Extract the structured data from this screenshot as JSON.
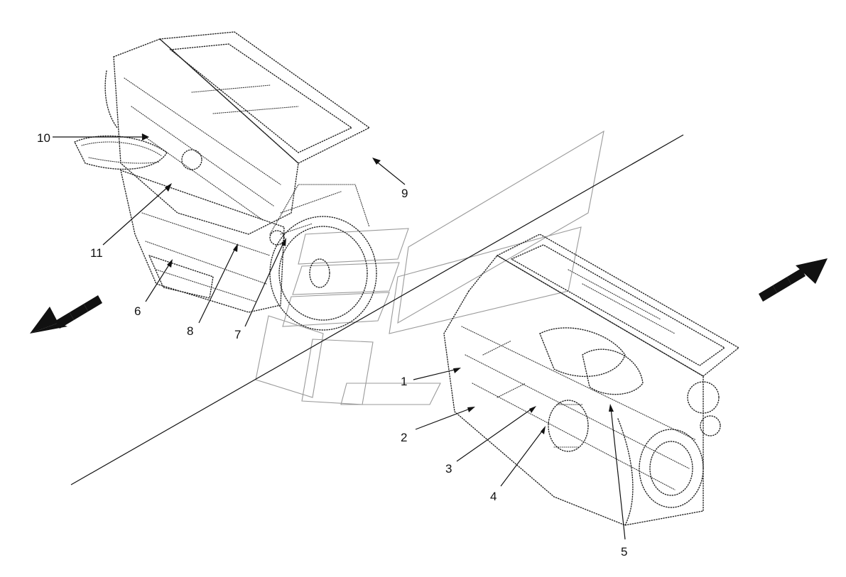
{
  "callouts": [
    {
      "id": "1",
      "label": "1"
    },
    {
      "id": "2",
      "label": "2"
    },
    {
      "id": "3",
      "label": "3"
    },
    {
      "id": "4",
      "label": "4"
    },
    {
      "id": "5",
      "label": "5"
    },
    {
      "id": "6",
      "label": "6"
    },
    {
      "id": "7",
      "label": "7"
    },
    {
      "id": "8",
      "label": "8"
    },
    {
      "id": "9",
      "label": "9"
    },
    {
      "id": "10",
      "label": "10"
    },
    {
      "id": "11",
      "label": "11"
    }
  ],
  "colors": {
    "ink": "#111111",
    "watermark": "#9a9a9a",
    "background": "#ffffff"
  },
  "icons": {
    "left": "direction-arrow-left-icon",
    "right": "direction-arrow-right-icon"
  }
}
